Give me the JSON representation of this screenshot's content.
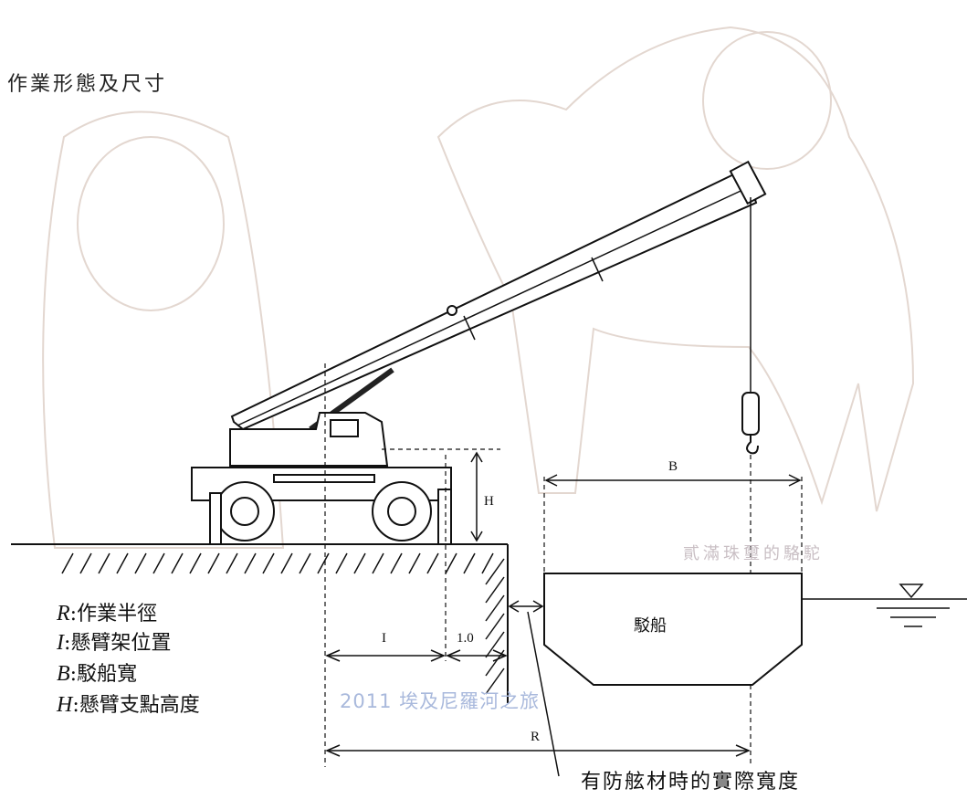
{
  "title": "作業形態及尺寸",
  "legend": [
    {
      "symbol": "R",
      "text": ":作業半徑"
    },
    {
      "symbol": "I",
      "text": ":懸臂架位置"
    },
    {
      "symbol": "B",
      "text": ":駁船寬"
    },
    {
      "symbol": "H",
      "text": ":懸臂支點高度"
    }
  ],
  "dimensions": {
    "H": "H",
    "B": "B",
    "I": "I",
    "offset": "1.0",
    "R": "R"
  },
  "barge_label": "駁船",
  "fender_caption": "有防舷材時的實際寬度",
  "watermarks": {
    "top": "貳滿珠璽的駱駝",
    "year": "2011 埃及尼羅河之旅"
  },
  "colors": {
    "line": "#111111",
    "watermark_blue": "#a9b9dc",
    "background_sketch": "#d9cfc9"
  },
  "icons": [
    "water-level-icon",
    "hook-icon"
  ]
}
